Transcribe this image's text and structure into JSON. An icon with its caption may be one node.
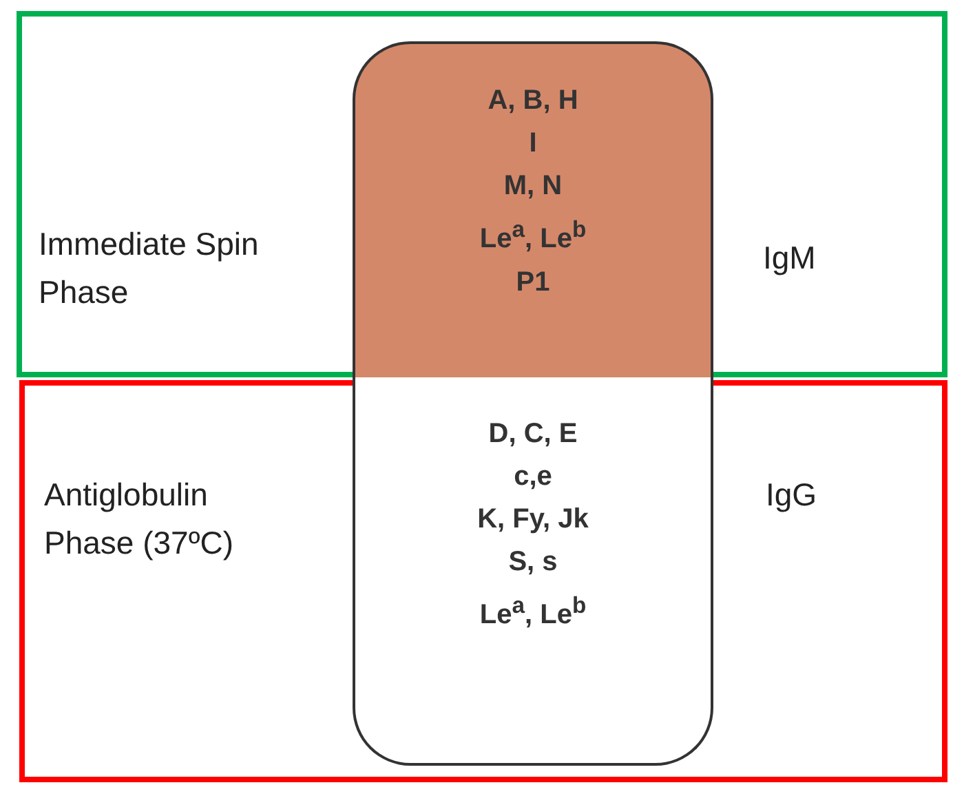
{
  "diagram": {
    "nodes": [
      {
        "text": [
          "Immediate Spin Phase",
          "IgM"
        ]
      },
      {
        "text": [
          "A, B, H",
          "I",
          "M, N",
          "Le$^{a}$,  Le$^{b}$",
          "P1"
        ],
        "in": 0
      },
      {
        "text": [
          "Antiglobulin Phase (37ºC)",
          "IgG"
        ]
      },
      {
        "text": [
          "D, C, E",
          "c,e",
          "K, Fy, Jk",
          "S, s",
          "Le$^{a}$,  Le$^{b}$"
        ],
        "in": 2
      }
    ]
  }
}
